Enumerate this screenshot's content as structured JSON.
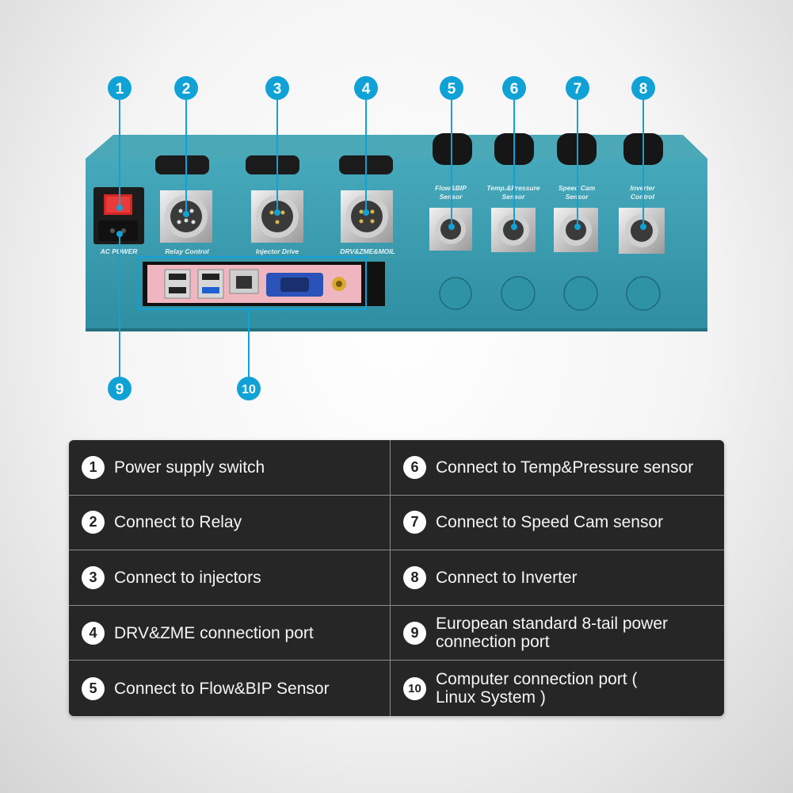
{
  "colors": {
    "callout": "#10a2d6",
    "panel": "#3a9bad",
    "legend_bg": "#262626"
  },
  "panel_labels": {
    "ac_power": "AC POWER",
    "relay": "Relay Control",
    "injector": "Injector Drive",
    "drv": "DRV&ZME&MOIL",
    "flow_1": "Flow&BIP",
    "flow_2": "Sensor",
    "temp_1": "Temp.&Pressure",
    "temp_2": "Sensor",
    "speed_1": "Speed Cam",
    "speed_2": "Sensor",
    "inverter_1": "Inverter",
    "inverter_2": "Control"
  },
  "callouts": [
    "1",
    "2",
    "3",
    "4",
    "5",
    "6",
    "7",
    "8",
    "9",
    "10"
  ],
  "legend": [
    {
      "num": "1",
      "text": "Power supply switch"
    },
    {
      "num": "6",
      "text": "Connect to Temp&Pressure sensor"
    },
    {
      "num": "2",
      "text": "Connect to Relay"
    },
    {
      "num": "7",
      "text": "Connect to Speed Cam sensor"
    },
    {
      "num": "3",
      "text": "Connect to injectors"
    },
    {
      "num": "8",
      "text": "Connect to Inverter"
    },
    {
      "num": "4",
      "text": "DRV&ZME connection port"
    },
    {
      "num": "9",
      "text": "European standard 8-tail power connection port"
    },
    {
      "num": "5",
      "text": "Connect to Flow&BIP Sensor"
    },
    {
      "num": "10",
      "text": "Computer connection port ( Linux System )"
    }
  ]
}
